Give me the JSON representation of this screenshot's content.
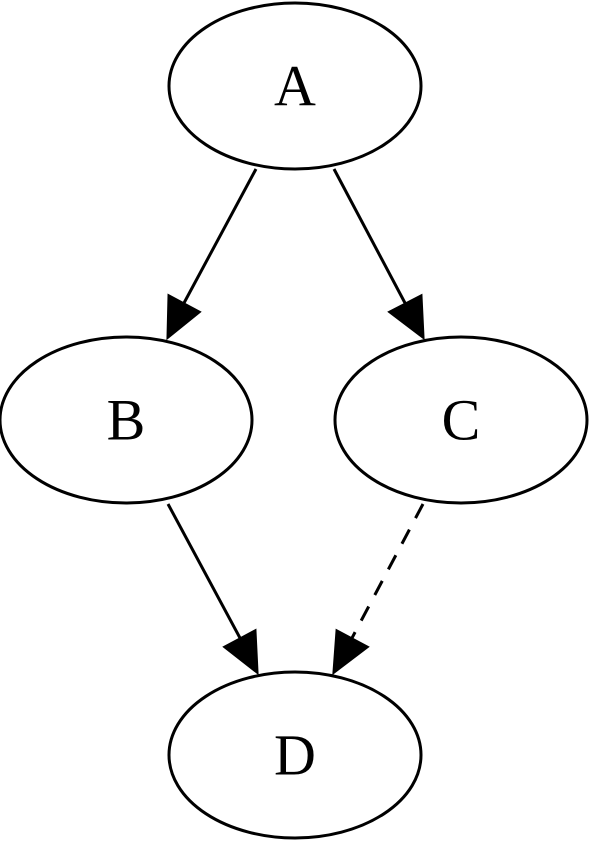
{
  "diagram": {
    "type": "directed-graph",
    "nodes": [
      {
        "id": "A",
        "label": "A"
      },
      {
        "id": "B",
        "label": "B"
      },
      {
        "id": "C",
        "label": "C"
      },
      {
        "id": "D",
        "label": "D"
      }
    ],
    "edges": [
      {
        "from": "A",
        "to": "B",
        "style": "solid"
      },
      {
        "from": "A",
        "to": "C",
        "style": "solid"
      },
      {
        "from": "B",
        "to": "D",
        "style": "solid"
      },
      {
        "from": "C",
        "to": "D",
        "style": "dashed"
      }
    ]
  }
}
